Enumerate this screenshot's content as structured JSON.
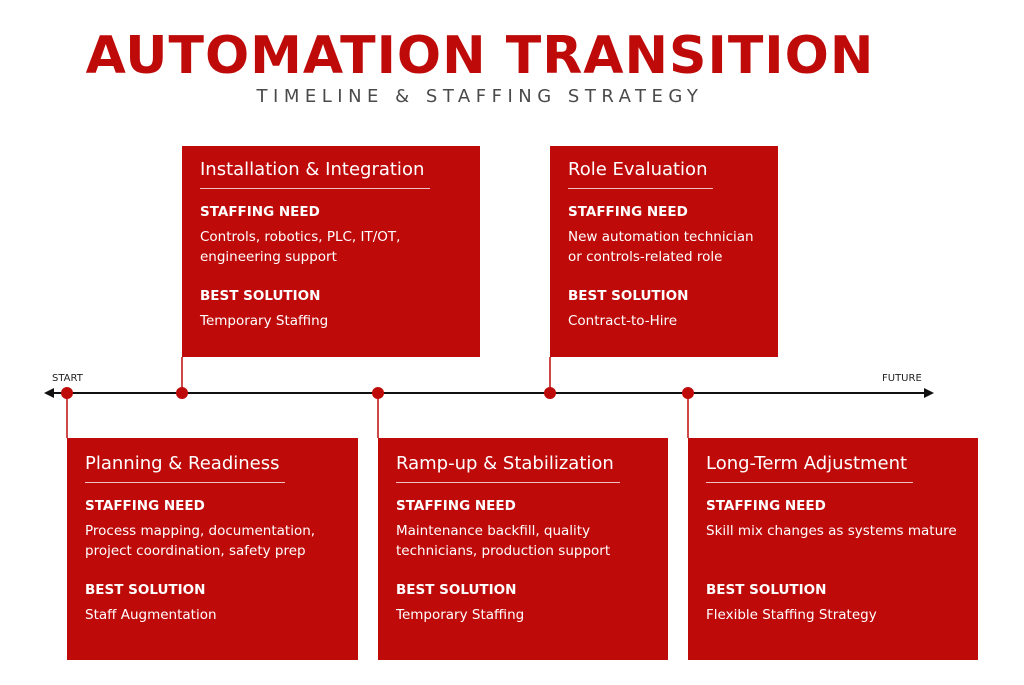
{
  "header": {
    "title": "AUTOMATION TRANSITION",
    "subtitle": "TIMELINE & STAFFING STRATEGY"
  },
  "timeline": {
    "start_label": "START",
    "future_label": "FUTURE"
  },
  "stages": [
    {
      "title": "Planning & Readiness",
      "staffing_label": "STAFFING NEED",
      "staffing_lines": [
        "Process mapping, documentation,",
        "project coordination, safety prep"
      ],
      "solution_label": "BEST SOLUTION",
      "solution": "Staff Augmentation"
    },
    {
      "title": "Installation & Integration",
      "staffing_label": "STAFFING NEED",
      "staffing_lines": [
        "Controls, robotics, PLC, IT/OT,",
        "engineering support"
      ],
      "solution_label": "BEST SOLUTION",
      "solution": "Temporary Staffing"
    },
    {
      "title": "Ramp-up & Stabilization",
      "staffing_label": "STAFFING NEED",
      "staffing_lines": [
        "Maintenance backfill, quality",
        "technicians, production support"
      ],
      "solution_label": "BEST SOLUTION",
      "solution": "Temporary Staffing"
    },
    {
      "title": "Role Evaluation",
      "staffing_label": "STAFFING NEED",
      "staffing_lines": [
        "New automation technician",
        "or controls-related role"
      ],
      "solution_label": "BEST SOLUTION",
      "solution": "Contract-to-Hire"
    },
    {
      "title": "Long-Term Adjustment",
      "staffing_label": "STAFFING NEED",
      "staffing_lines": [
        "Skill mix changes as systems mature",
        ""
      ],
      "solution_label": "BEST SOLUTION",
      "solution": "Flexible Staffing Strategy"
    }
  ],
  "colors": {
    "accent": "#bf0a0a",
    "title": "#bf0a0a",
    "subtitle": "#4a4a4a",
    "line": "#111111"
  }
}
